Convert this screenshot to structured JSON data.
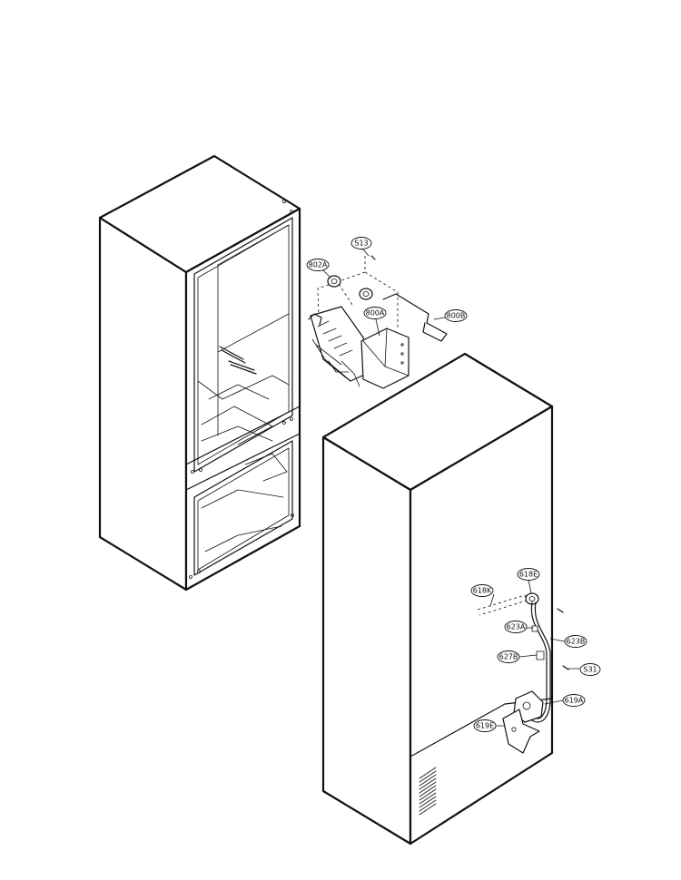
{
  "callouts": [
    {
      "id": "c-s13",
      "label": "S13"
    },
    {
      "id": "c-802a",
      "label": "802A"
    },
    {
      "id": "c-800a",
      "label": "800A"
    },
    {
      "id": "c-800b",
      "label": "800B"
    },
    {
      "id": "c-618e",
      "label": "618E"
    },
    {
      "id": "c-618k",
      "label": "618K"
    },
    {
      "id": "c-623a",
      "label": "623A"
    },
    {
      "id": "c-623b",
      "label": "623B"
    },
    {
      "id": "c-627b",
      "label": "627B"
    },
    {
      "id": "c-s31",
      "label": "S31"
    },
    {
      "id": "c-619a",
      "label": "619A"
    },
    {
      "id": "c-619e",
      "label": "619E"
    }
  ]
}
